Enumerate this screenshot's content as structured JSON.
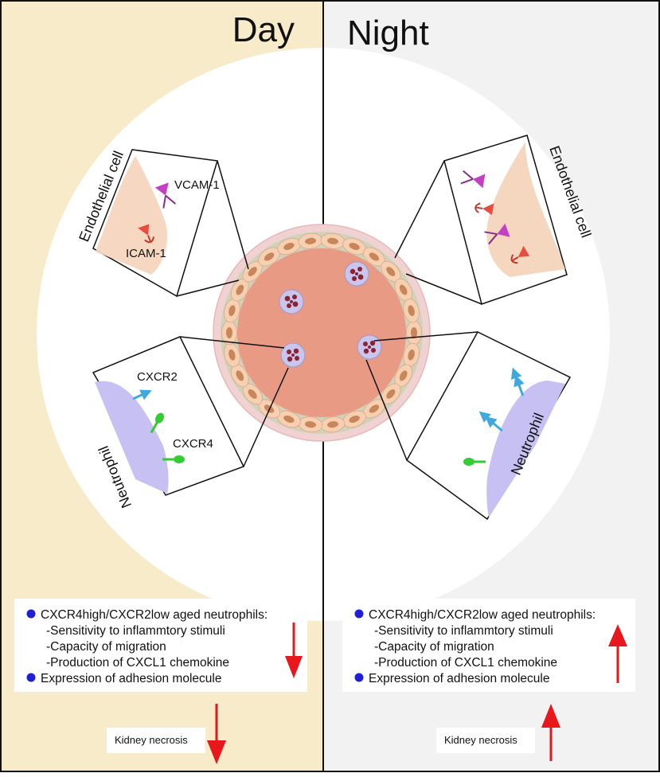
{
  "colors": {
    "day_bg": "#f8ebca",
    "night_bg": "#f2f2f2",
    "vessel_lumen": "#e89a85",
    "endothelial_cell": "#f7cfb1",
    "cell_nucleus": "#c8875a",
    "neutrophil_body": "#c9c5ec",
    "neutrophil_nucleus": "#8b2232",
    "endothelial_membrane": "#f5d6bf",
    "neutrophil_membrane": "#c6c0f3",
    "vcam": "#c43fc4",
    "icam": "#e74c3c",
    "cxcr2": "#3fa9df",
    "cxcr4": "#33cc33",
    "bullet": "#1f1fd6",
    "arrow": "#e8171b"
  },
  "panels": {
    "day": {
      "title": "Day",
      "endothelial_label": "Endothelial cell",
      "vcam_label": "VCAM-1",
      "icam_label": "ICAM-1",
      "neutrophil_label": "Neutrophil",
      "cxcr2_label": "CXCR2",
      "cxcr4_label": "CXCR4",
      "summary": {
        "bullet_1": "CXCR4high/CXCR2low aged neutrophils:",
        "sub_1": "-Sensitivity to inflammtory stimuli",
        "sub_2": "-Capacity of migration",
        "sub_3": "-Production of CXCL1 chemokine",
        "bullet_2": "Expression of adhesion molecule",
        "trend": "down"
      },
      "outcome": {
        "label": "Kidney necrosis",
        "trend": "down"
      }
    },
    "night": {
      "title": "Night",
      "endothelial_label": "Endothelial cell",
      "neutrophil_label": "Neutrophil",
      "summary": {
        "bullet_1": "CXCR4high/CXCR2low aged neutrophils:",
        "sub_1": "-Sensitivity to inflammtory stimuli",
        "sub_2": "-Capacity of migration",
        "sub_3": "-Production of CXCL1 chemokine",
        "bullet_2": "Expression of adhesion molecule",
        "trend": "up"
      },
      "outcome": {
        "label": "Kidney necrosis",
        "trend": "up"
      }
    }
  }
}
